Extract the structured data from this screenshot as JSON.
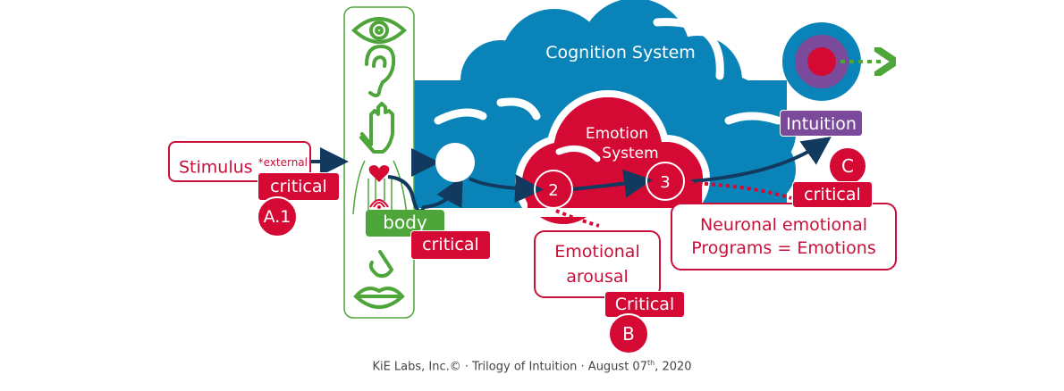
{
  "title": "Trilogy of Intuition diagram",
  "colors": {
    "cognition_blue": "#0a84b8",
    "emotion_red": "#d40a35",
    "intuition_purple": "#7b4a9a",
    "senses_green": "#4ea53a",
    "arrow_navy": "#123a5e",
    "outline_red": "#c8103a"
  },
  "stimulus": {
    "label": "Stimulus",
    "superscript": "*external",
    "critical_label": "critical",
    "badge": "A.1"
  },
  "senses": {
    "icons": [
      "eye-icon",
      "ear-icon",
      "hand-icon",
      "body-heart-icon",
      "nose-icon",
      "lips-icon"
    ],
    "body_label": "body",
    "critical_label": "critical"
  },
  "cognition": {
    "label": "Cognition System"
  },
  "emotion": {
    "label_line1": "Emotion",
    "label_line2": "System"
  },
  "nodes": {
    "step2": "2",
    "step3": "3"
  },
  "intuition": {
    "label": "Intuition",
    "badge": "C",
    "critical_label": "critical"
  },
  "arousal": {
    "line1": "Emotional",
    "line2": "arousal",
    "critical_label": "Critical",
    "badge": "B"
  },
  "programs": {
    "line1": "Neuronal emotional",
    "line2": "Programs = Emotions"
  },
  "footer": {
    "prefix": "KiE Labs, Inc.© · Trilogy of Intuition · August 07",
    "sup": "th",
    "suffix": ", 2020"
  }
}
